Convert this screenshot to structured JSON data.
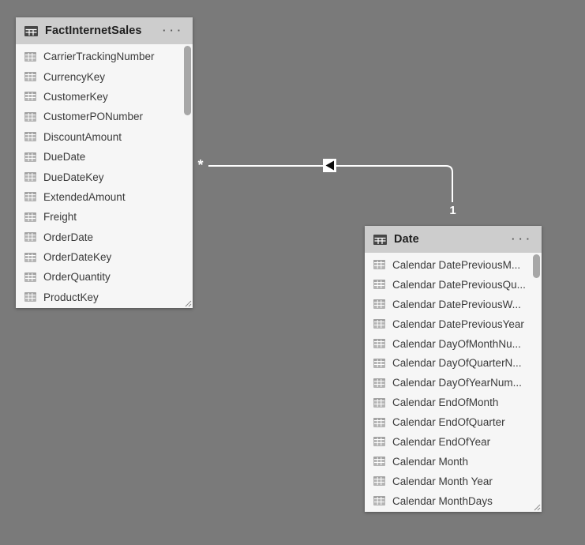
{
  "canvas": {
    "background": "#7a7a7a"
  },
  "colors": {
    "table_header_bg": "#cdcdcd",
    "table_body_bg": "#f6f6f6",
    "relationship_line": "#ffffff",
    "arrow_glyph": "#0c0c0c",
    "row_text": "#3a3a3a",
    "title_text": "#1f1f1f",
    "scrollbar_thumb": "#a7a7a7"
  },
  "tables": [
    {
      "title": "FactInternetSales",
      "menu_icon": "···",
      "fields": [
        "CarrierTrackingNumber",
        "CurrencyKey",
        "CustomerKey",
        "CustomerPONumber",
        "DiscountAmount",
        "DueDate",
        "DueDateKey",
        "ExtendedAmount",
        "Freight",
        "OrderDate",
        "OrderDateKey",
        "OrderQuantity",
        "ProductKey"
      ]
    },
    {
      "title": "Date",
      "menu_icon": "···",
      "fields": [
        "Calendar DatePreviousM...",
        "Calendar DatePreviousQu...",
        "Calendar DatePreviousW...",
        "Calendar DatePreviousYear",
        "Calendar DayOfMonthNu...",
        "Calendar DayOfQuarterN...",
        "Calendar DayOfYearNum...",
        "Calendar EndOfMonth",
        "Calendar EndOfQuarter",
        "Calendar EndOfYear",
        "Calendar Month",
        "Calendar Month Year",
        "Calendar MonthDays"
      ]
    }
  ],
  "relationship": {
    "many_cardinality_label": "*",
    "one_cardinality_label": "1"
  }
}
